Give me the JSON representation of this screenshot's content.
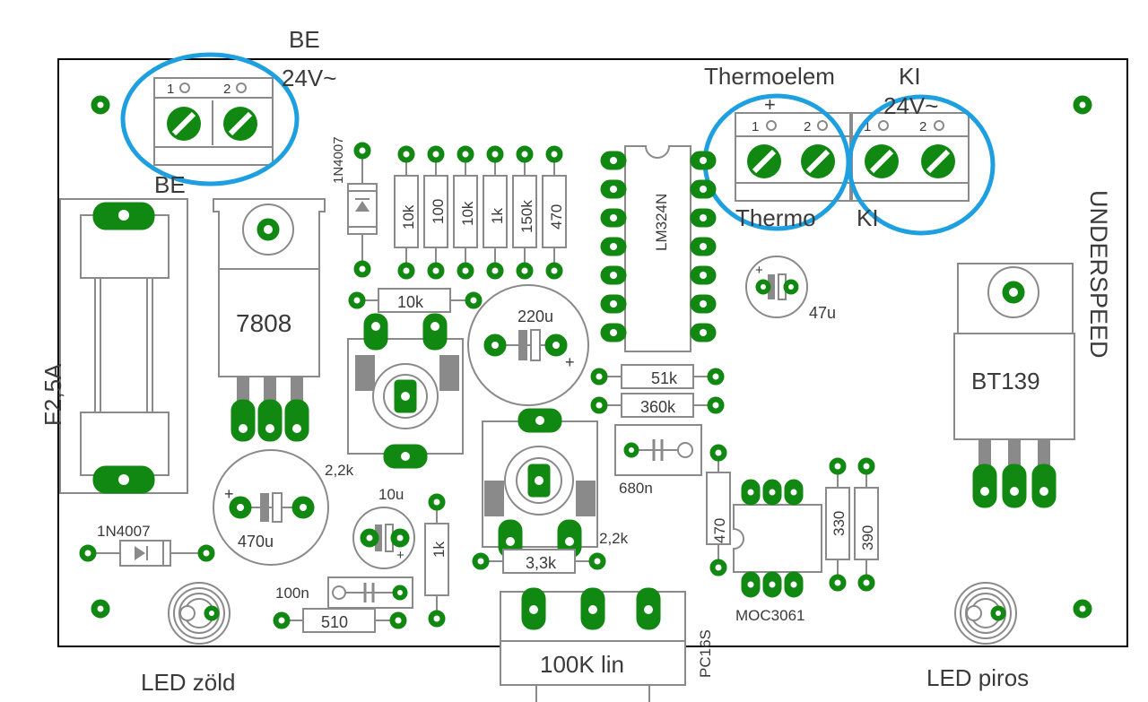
{
  "colors": {
    "pad": "#118811",
    "outline": "#8a8a8a",
    "highlight": "#1e9fe0",
    "text": "#3a3a3a",
    "board_edge": "#000000"
  },
  "labels": {
    "be_top": "BE",
    "be_24v": "24V~",
    "be_bottom": "BE",
    "thermoelem": "Thermoelem",
    "ki_top": "KI",
    "ki_24v": "24V~",
    "thermo": "Thermo",
    "ki_bottom": "KI",
    "plus": "+",
    "term_1": "1",
    "term_2": "2",
    "diode_1": "1N4007",
    "diode_2": "1N4007",
    "reg": "7808",
    "fuse": "F2,5A",
    "r_10k_a": "10k",
    "r_100": "100",
    "r_10k_b": "10k",
    "r_1k_a": "1k",
    "r_150k": "150k",
    "r_470_a": "470",
    "r_10k_h": "10k",
    "cap_220u": "220u",
    "ic_lm324": "LM324N",
    "cap_47u": "47u",
    "brand": "UNDERSPEED",
    "triac": "BT139",
    "r_51k": "51k",
    "r_360k": "360k",
    "cap_680n": "680n",
    "r_470_b": "470",
    "r_330": "330",
    "r_390": "390",
    "ic_moc": "MOC3061",
    "pot_22k_a": "2,2k",
    "pot_22k_b": "2,2k",
    "cap_10u": "10u",
    "cap_470u": "470u",
    "r_1k_b": "1k",
    "r_33k": "3,3k",
    "cap_100n": "100n",
    "r_510": "510",
    "pot": "100K lin",
    "pot_type": "PC16S",
    "led_green": "LED zöld",
    "led_red": "LED piros"
  }
}
